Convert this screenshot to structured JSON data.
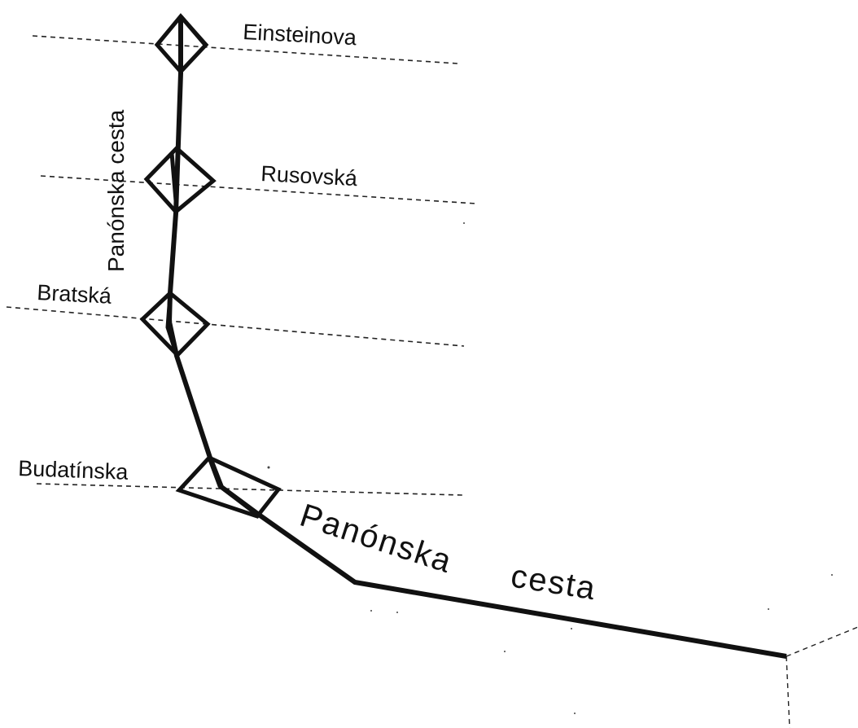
{
  "labels": {
    "einsteinova": "Einsteinova",
    "rusovska": "Rusovská",
    "bratska": "Bratská",
    "budatinska": "Budatínska",
    "panonska_vertical": "Panónska cesta",
    "panonska_main_1": "Panónska",
    "panonska_main_2": "cesta"
  },
  "colors": {
    "line": "#111111",
    "background": "#ffffff"
  }
}
